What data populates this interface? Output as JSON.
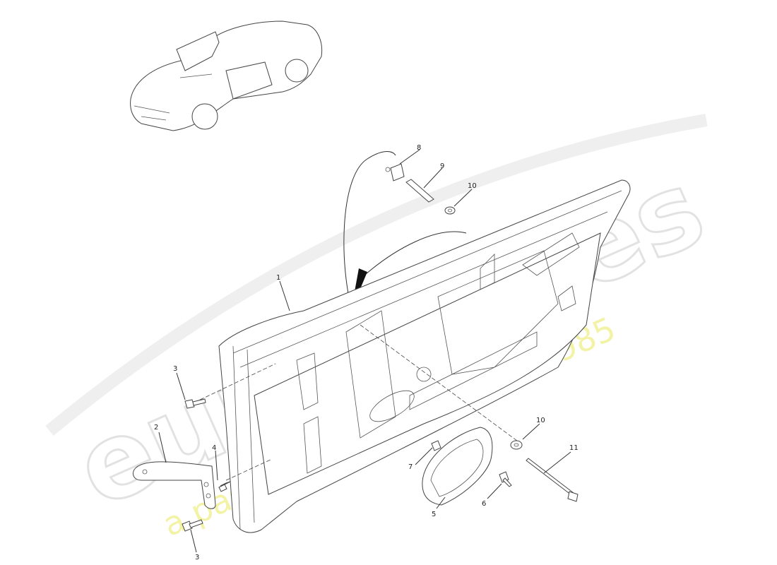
{
  "watermark": {
    "brand": "eurospares",
    "tagline": "a passion for parts since 1985",
    "colors": {
      "brand": "#e6e6e6",
      "tagline": "#f2f2a0"
    }
  },
  "callouts": {
    "c1": "1",
    "c2": "2",
    "c3a": "3",
    "c3b": "3",
    "c4": "4",
    "c5": "5",
    "c6": "6",
    "c7": "7",
    "c8": "8",
    "c9": "9",
    "c10a": "10",
    "c10b": "10",
    "c11": "11"
  },
  "icons": {
    "car": "car-thumbnail-icon"
  }
}
